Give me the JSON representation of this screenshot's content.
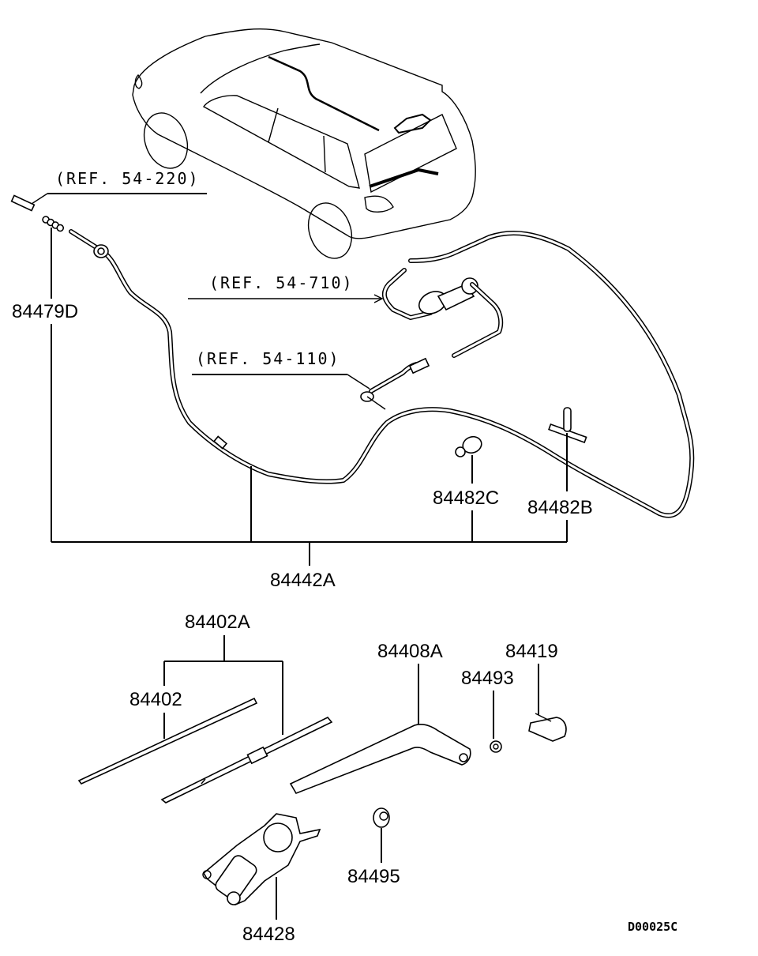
{
  "diagram": {
    "title": "Rear wiper and washer parts diagram",
    "drawing_code": "D00025C",
    "references": [
      {
        "id": "ref-54-220",
        "text": "(REF. 54-220)"
      },
      {
        "id": "ref-54-710",
        "text": "(REF. 54-710)"
      },
      {
        "id": "ref-54-110",
        "text": "(REF. 54-110)"
      }
    ],
    "parts": [
      {
        "id": "84479D",
        "label": "84479D",
        "description": "washer nozzle joint"
      },
      {
        "id": "84442A",
        "label": "84442A",
        "description": "rear washer hose assembly"
      },
      {
        "id": "84482C",
        "label": "84482C",
        "description": "hose clamp"
      },
      {
        "id": "84482B",
        "label": "84482B",
        "description": "hose clip"
      },
      {
        "id": "84402A",
        "label": "84402A",
        "description": "wiper blade assembly"
      },
      {
        "id": "84402",
        "label": "84402",
        "description": "wiper blade rubber"
      },
      {
        "id": "84408A",
        "label": "84408A",
        "description": "wiper arm"
      },
      {
        "id": "84419",
        "label": "84419",
        "description": "wiper arm cap"
      },
      {
        "id": "84493",
        "label": "84493",
        "description": "nut"
      },
      {
        "id": "84495",
        "label": "84495",
        "description": "grommet"
      },
      {
        "id": "84428",
        "label": "84428",
        "description": "rear wiper motor"
      }
    ]
  }
}
